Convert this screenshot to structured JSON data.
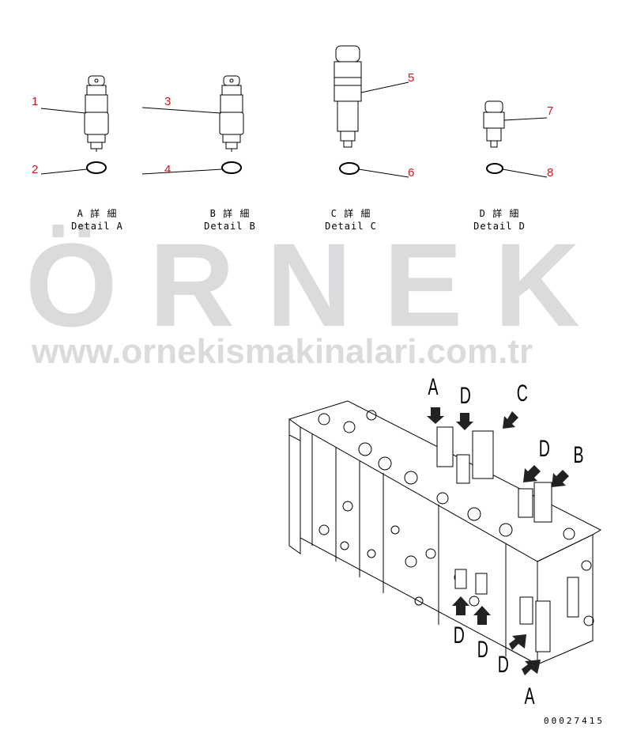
{
  "watermark": {
    "brand": "ÖRNEK",
    "url": "www.ornekismakinalari.com.tr",
    "color": "#dcdadd",
    "accent": "#f5dc8c"
  },
  "callouts": [
    "1",
    "2",
    "3",
    "4",
    "5",
    "6",
    "7",
    "8"
  ],
  "callout_color": "#e0101a",
  "details": [
    {
      "jp": "A 詳 細",
      "en": "Detail A"
    },
    {
      "jp": "B 詳 細",
      "en": "Detail B"
    },
    {
      "jp": "C 詳 細",
      "en": "Detail C"
    },
    {
      "jp": "D 詳 細",
      "en": "Detail D"
    }
  ],
  "view_labels": [
    "A",
    "D",
    "C",
    "D",
    "B",
    "D",
    "D",
    "D",
    "A"
  ],
  "drawing_number": "00027415"
}
